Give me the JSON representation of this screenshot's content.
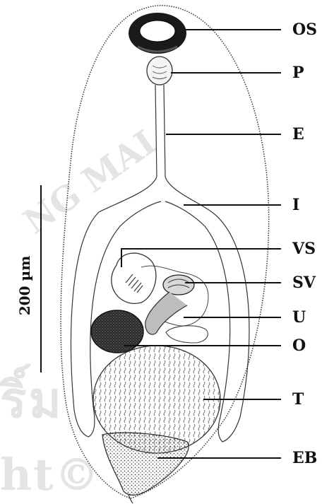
{
  "scale_bar": {
    "label": "200 µm"
  },
  "labels": {
    "os": "OS",
    "p": "P",
    "e": "E",
    "i": "I",
    "vs": "VS",
    "sv": "SV",
    "u": "U",
    "o": "O",
    "t": "T",
    "eb": "EB"
  },
  "colors": {
    "ink": "#111111",
    "outline": "#333333",
    "watermark": "#e4e4e4"
  }
}
